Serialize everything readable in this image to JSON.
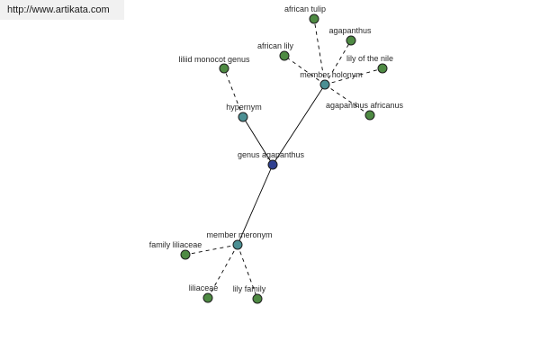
{
  "watermark": "http://www.artikata.com",
  "colors": {
    "root": "#2f3f8f",
    "relation": "#4b8f93",
    "leaf": "#4e8a43"
  },
  "graph": {
    "nodes": [
      {
        "id": "genus",
        "label": "genus agapanthus",
        "kind": "root"
      },
      {
        "id": "hypernym",
        "label": "hypernym",
        "kind": "relation"
      },
      {
        "id": "holonym",
        "label": "member holonym",
        "kind": "relation"
      },
      {
        "id": "meronym",
        "label": "member meronym",
        "kind": "relation"
      },
      {
        "id": "liliid",
        "label": "liliid monocot genus",
        "kind": "leaf"
      },
      {
        "id": "african-tulip",
        "label": "african tulip",
        "kind": "leaf"
      },
      {
        "id": "agapanthus",
        "label": "agapanthus",
        "kind": "leaf"
      },
      {
        "id": "african-lily",
        "label": "african lily",
        "kind": "leaf"
      },
      {
        "id": "lily-of-the-nile",
        "label": "lily of the nile",
        "kind": "leaf"
      },
      {
        "id": "agapanthus-africanus",
        "label": "agapanthus africanus",
        "kind": "leaf"
      },
      {
        "id": "family-liliaceae",
        "label": "family liliaceae",
        "kind": "leaf"
      },
      {
        "id": "liliaceae",
        "label": "liliaceae",
        "kind": "leaf"
      },
      {
        "id": "lily-family",
        "label": "lily family",
        "kind": "leaf"
      }
    ],
    "edges": [
      {
        "from": "genus",
        "to": "hypernym",
        "style": "solid"
      },
      {
        "from": "genus",
        "to": "holonym",
        "style": "solid"
      },
      {
        "from": "genus",
        "to": "meronym",
        "style": "solid"
      },
      {
        "from": "hypernym",
        "to": "liliid",
        "style": "dashed"
      },
      {
        "from": "holonym",
        "to": "african-tulip",
        "style": "dashed"
      },
      {
        "from": "holonym",
        "to": "agapanthus",
        "style": "dashed"
      },
      {
        "from": "holonym",
        "to": "african-lily",
        "style": "dashed"
      },
      {
        "from": "holonym",
        "to": "lily-of-the-nile",
        "style": "dashed"
      },
      {
        "from": "holonym",
        "to": "agapanthus-africanus",
        "style": "dashed"
      },
      {
        "from": "meronym",
        "to": "family-liliaceae",
        "style": "dashed"
      },
      {
        "from": "meronym",
        "to": "liliaceae",
        "style": "dashed"
      },
      {
        "from": "meronym",
        "to": "lily-family",
        "style": "dashed"
      }
    ]
  }
}
